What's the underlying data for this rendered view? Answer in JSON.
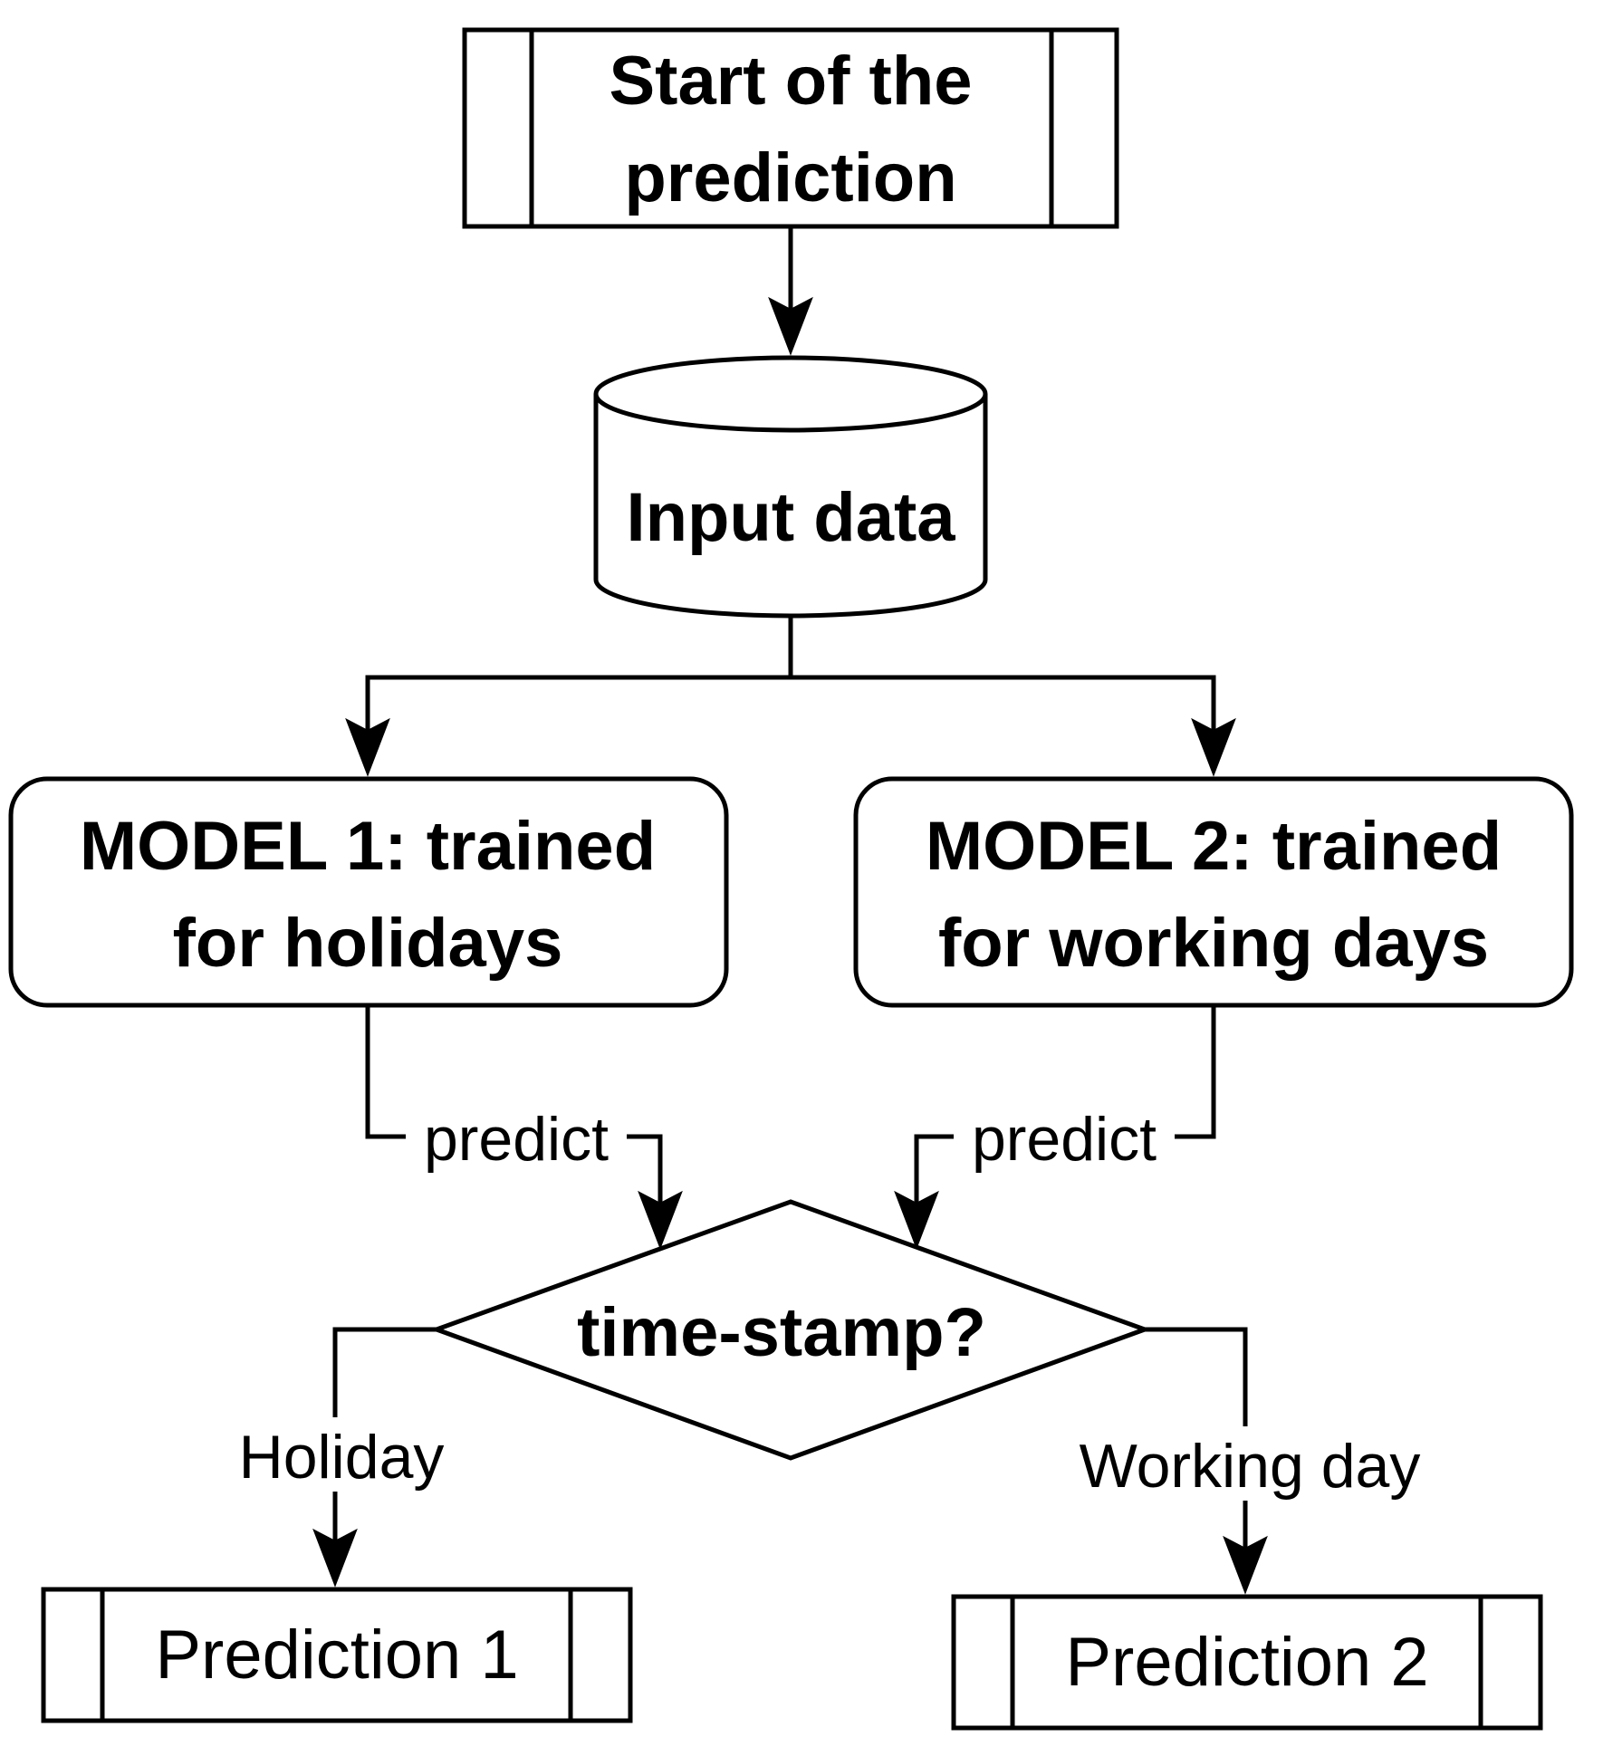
{
  "nodes": {
    "start": {
      "line1": "Start of the",
      "line2": "prediction"
    },
    "input": {
      "label": "Input data"
    },
    "model1": {
      "line1": "MODEL 1: trained",
      "line2": "for holidays"
    },
    "model2": {
      "line1": "MODEL 2: trained",
      "line2": "for working days"
    },
    "decision": {
      "label": "time-stamp?"
    },
    "prediction1": {
      "label": "Prediction 1"
    },
    "prediction2": {
      "label": "Prediction 2"
    }
  },
  "edges": {
    "model1_to_decision": "predict",
    "model2_to_decision": "predict",
    "decision_to_prediction1": "Holiday",
    "decision_to_prediction2": "Working day"
  },
  "colors": {
    "stroke": "#000000",
    "fill": "#ffffff"
  }
}
